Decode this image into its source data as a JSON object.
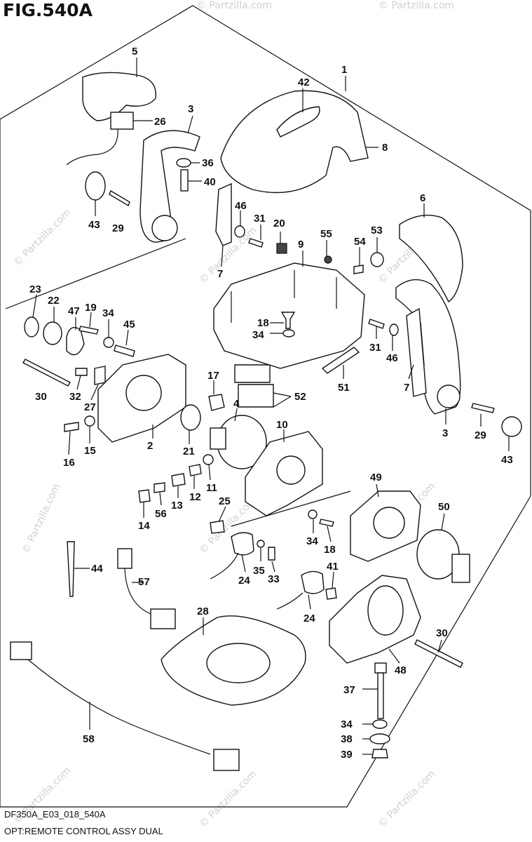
{
  "title": "FIG.540A",
  "footer": {
    "code": "DF350A_E03_018_540A",
    "description": "OPT:REMOTE CONTROL ASSY DUAL"
  },
  "watermark": "© Partzilla.com",
  "callouts": [
    "1",
    "2",
    "3",
    "3",
    "4",
    "5",
    "6",
    "7",
    "7",
    "8",
    "9",
    "10",
    "11",
    "12",
    "13",
    "14",
    "15",
    "16",
    "17",
    "18",
    "18",
    "19",
    "20",
    "21",
    "22",
    "23",
    "24",
    "24",
    "25",
    "26",
    "27",
    "28",
    "29",
    "29",
    "30",
    "30",
    "31",
    "31",
    "32",
    "33",
    "34",
    "34",
    "34",
    "34",
    "35",
    "36",
    "37",
    "38",
    "39",
    "40",
    "41",
    "42",
    "43",
    "43",
    "44",
    "45",
    "46",
    "46",
    "47",
    "48",
    "49",
    "50",
    "51",
    "52",
    "53",
    "54",
    "55",
    "56",
    "57",
    "58"
  ]
}
